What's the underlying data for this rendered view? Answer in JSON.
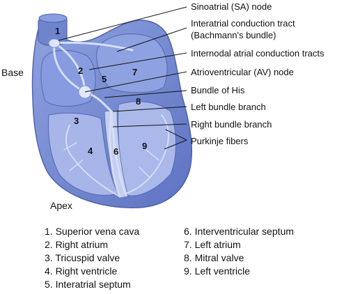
{
  "side_labels": {
    "base": "Base",
    "apex": "Apex"
  },
  "callouts": {
    "sa_node": "Sinoatrial (SA) node",
    "interatrial_tract": "Interatrial conduction tract",
    "bachmann": "(Bachmann's bundle)",
    "internodal": "Internodal atrial conduction tracts",
    "av_node": "Atrioventricular (AV) node",
    "bundle_his": "Bundle of His",
    "left_bundle": "Left bundle branch",
    "right_bundle": "Right bundle branch",
    "purkinje": "Purkinje fibers"
  },
  "region_numbers": [
    "1",
    "2",
    "3",
    "4",
    "5",
    "6",
    "7",
    "8",
    "9"
  ],
  "legend_left": [
    "1. Superior vena cava",
    "2. Right atrium",
    "3. Tricuspid valve",
    "4. Right ventricle",
    "5. Interatrial septum"
  ],
  "legend_right": [
    "6. Interventricular septum",
    "7. Left atrium",
    "8. Mitral valve",
    "9. Left ventricle"
  ],
  "colors": {
    "heart_fill": "#7f93d6",
    "heart_dark": "#5a6fbe",
    "chamber_light": "#a9b7e6",
    "conduction": "#c9d3f2",
    "leader": "#111111"
  }
}
